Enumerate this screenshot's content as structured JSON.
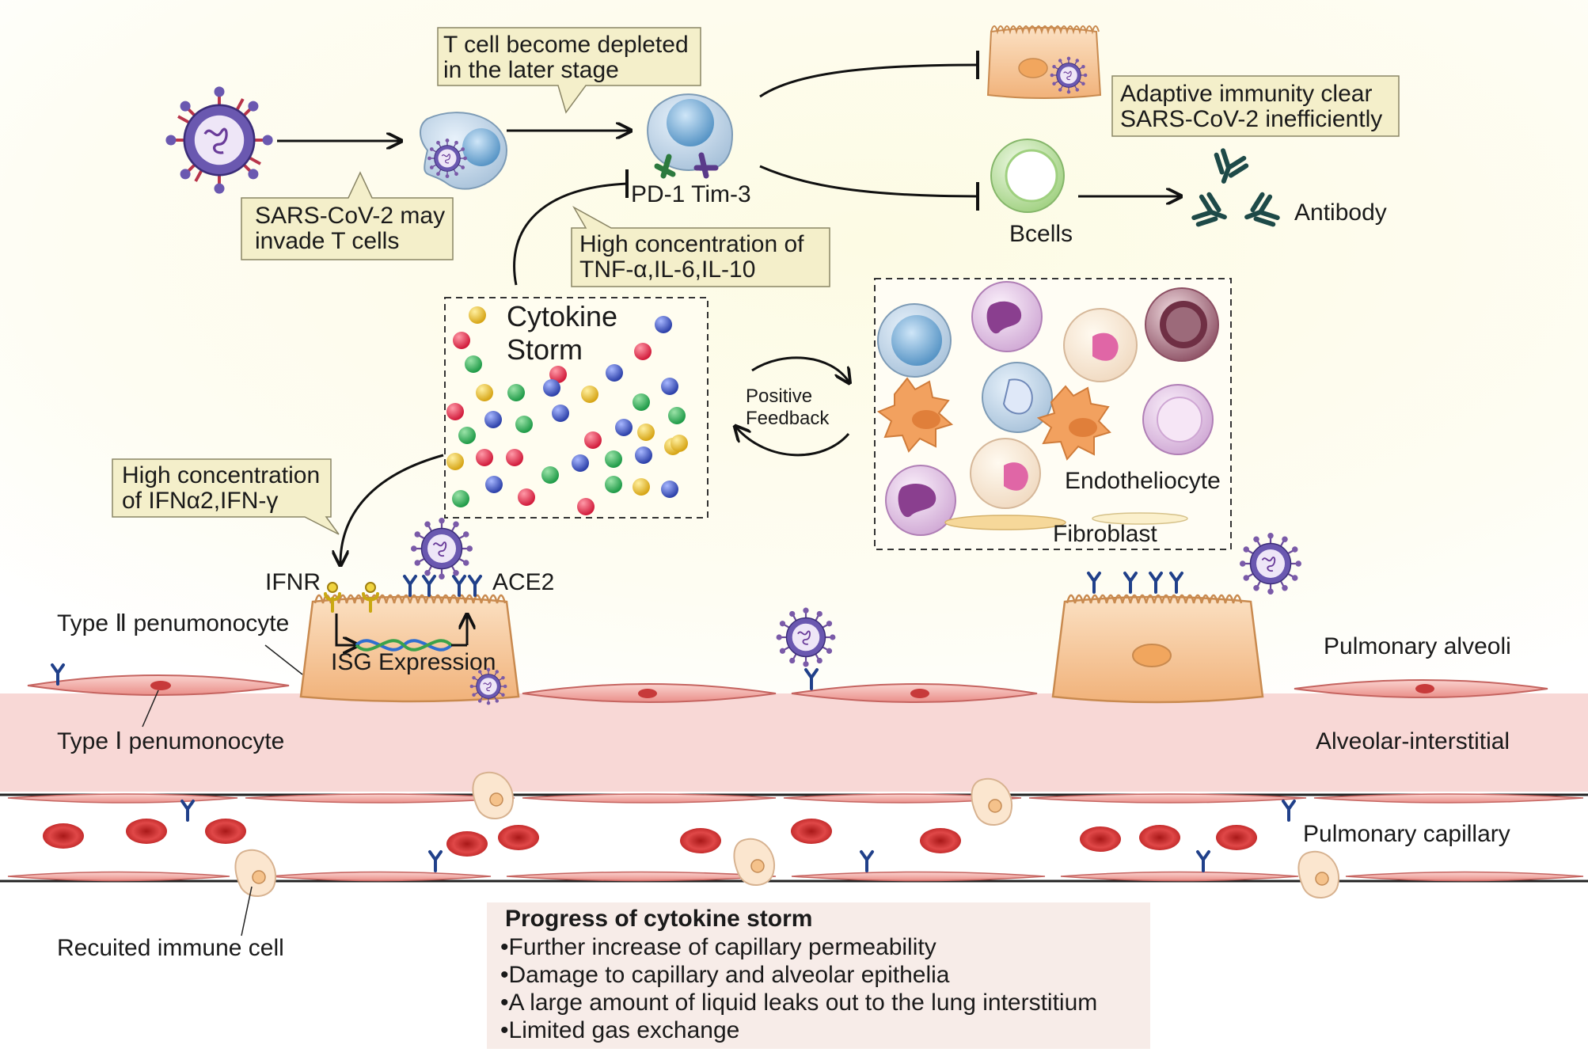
{
  "callouts": {
    "t_depleted": [
      "T cell become depleted",
      "in the later stage"
    ],
    "sars_invade": [
      "SARS-CoV-2 may",
      "invade T cells"
    ],
    "tnf": [
      "High concentration of",
      "TNF-α,IL-6,IL-10"
    ],
    "ifn": [
      "High concentration",
      "of IFNα2,IFN-γ"
    ],
    "adaptive": [
      "Adaptive immunity clear",
      "SARS-CoV-2 inefficiently"
    ]
  },
  "labels": {
    "pd1_tim3": "PD-1 Tim-3",
    "bcells": "Bcells",
    "antibody": "Antibody",
    "cytokine_storm": [
      "Cytokine",
      "Storm"
    ],
    "positive_feedback": [
      "Positive",
      "Feedback"
    ],
    "endotheliocyte": "Endotheliocyte",
    "fibroblast": "Fibroblast",
    "ifnr": "IFNR",
    "ace2": "ACE2",
    "type2": "Type Ⅱ penumonocyte",
    "type1": "Type Ⅰ penumonocyte",
    "isg": "ISG Expression",
    "pulmonary_alveoli": "Pulmonary alveoli",
    "alveolar_interstitial": "Alveolar-interstitial",
    "pulmonary_capillary": "Pulmonary capillary",
    "recruited_immune_cell": "Recuited immune cell"
  },
  "progress_box": {
    "title": "Progress of cytokine storm",
    "items": [
      "•Further increase of capillary permeability",
      "•Damage to capillary  and alveolar epithelia",
      "•A large amount of liquid leaks out to the lung interstitium",
      "•Limited gas exchange"
    ]
  },
  "colors": {
    "background_glow": "#fdfbe6",
    "callout_fill": "#f3eec8",
    "interstitium": "#f7d7d6",
    "cell_orange": "#f4c08e",
    "rbc": "#cc2a2a",
    "receptor_blue": "#203e8a",
    "virus_purple": "#6b4a9e",
    "progress_fill": "#f6ebe8"
  }
}
